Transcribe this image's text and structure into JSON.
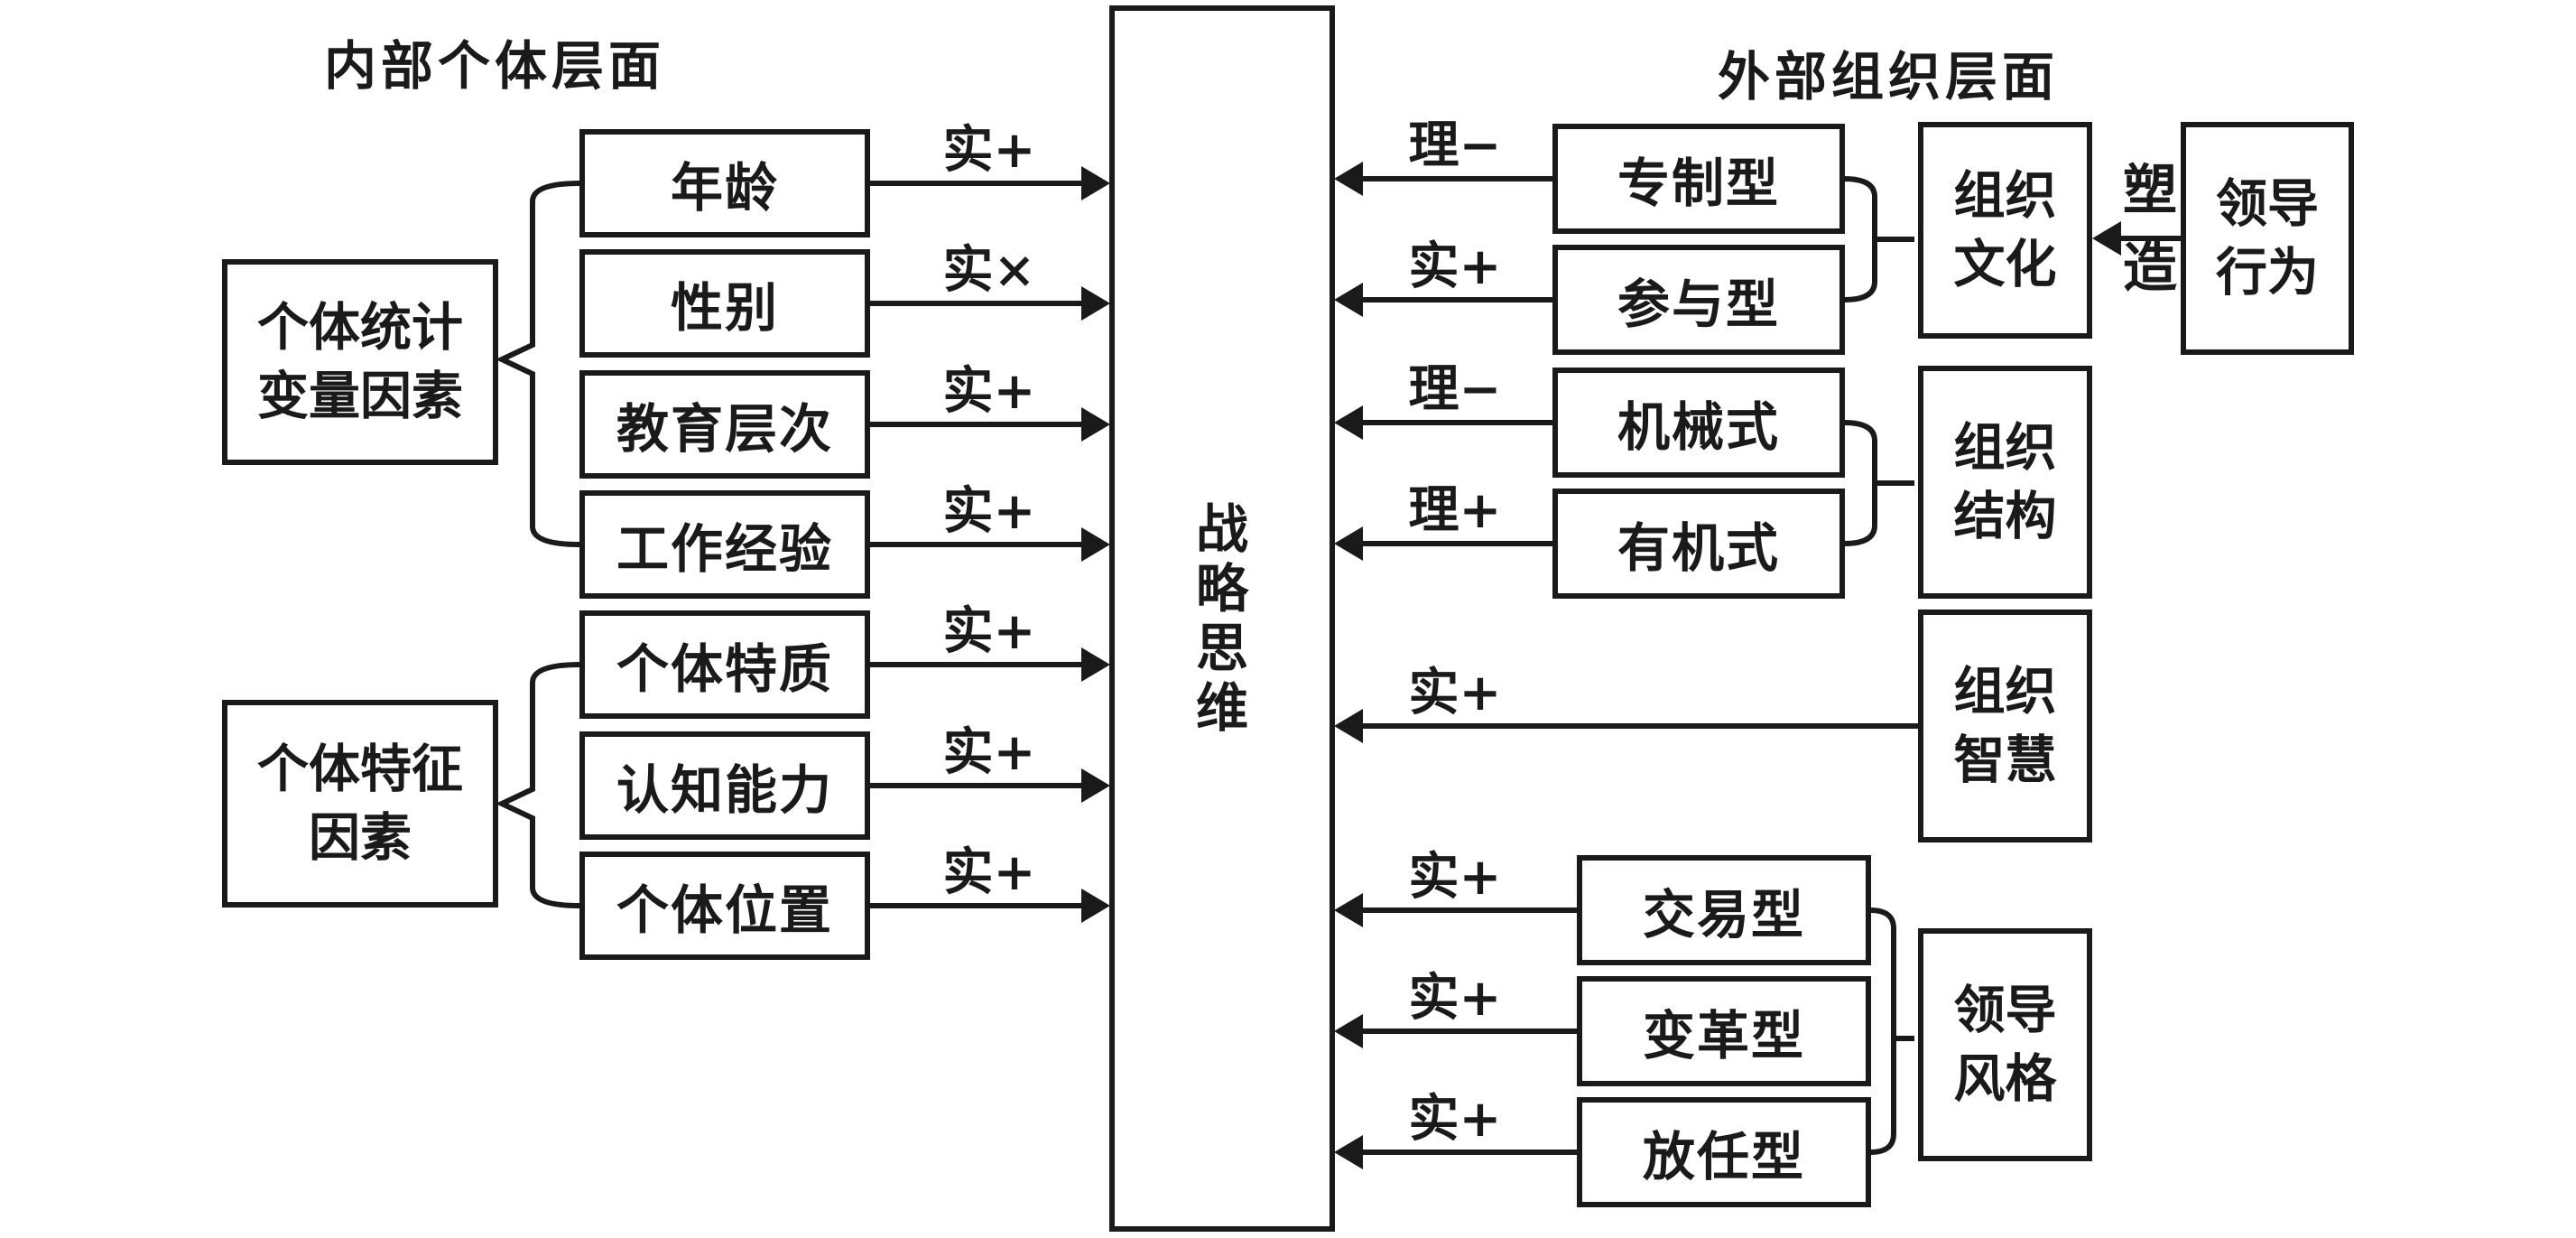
{
  "titles": {
    "left_section": "内部个体层面",
    "right_section": "外部组织层面"
  },
  "center_node": {
    "label": "战略思维"
  },
  "left_parents": [
    {
      "name_lines": [
        "个体统计",
        "变量因素"
      ]
    },
    {
      "name_lines": [
        "个体特征",
        "因素"
      ]
    }
  ],
  "left_children": [
    {
      "label": "年龄",
      "effect": "实+"
    },
    {
      "label": "性别",
      "effect": "实×"
    },
    {
      "label": "教育层次",
      "effect": "实+"
    },
    {
      "label": "工作经验",
      "effect": "实+"
    },
    {
      "label": "个体特质",
      "effect": "实+"
    },
    {
      "label": "认知能力",
      "effect": "实+"
    },
    {
      "label": "个体位置",
      "effect": "实+"
    }
  ],
  "right_children": [
    {
      "label": "专制型",
      "effect": "理−"
    },
    {
      "label": "参与型",
      "effect": "实+"
    },
    {
      "label": "机械式",
      "effect": "理−"
    },
    {
      "label": "有机式",
      "effect": "理+"
    },
    {
      "label": "交易型",
      "effect": "实+"
    },
    {
      "label": "变革型",
      "effect": "实+"
    },
    {
      "label": "放任型",
      "effect": "实+"
    }
  ],
  "right_parents": [
    {
      "name_lines": [
        "组织",
        "文化"
      ]
    },
    {
      "name_lines": [
        "组织",
        "结构"
      ]
    },
    {
      "name_lines": [
        "组织",
        "智慧"
      ],
      "effect": "实+"
    },
    {
      "name_lines": [
        "领导",
        "风格"
      ]
    }
  ],
  "leadership_behavior": {
    "name_lines": [
      "领导",
      "行为"
    ],
    "relation_chars": [
      "塑",
      "造"
    ]
  },
  "colors": {
    "ink": "#1a1a1a",
    "background": "#ffffff"
  }
}
